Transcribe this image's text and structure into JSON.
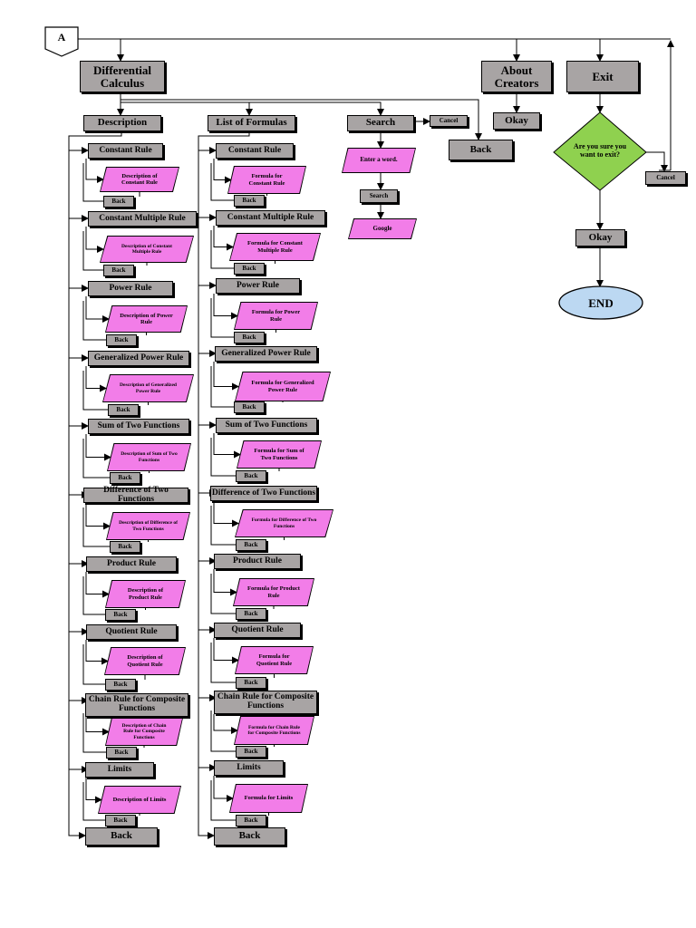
{
  "start": "A",
  "top": {
    "differential_calculus": "Differential Calculus",
    "about_creators": "About Creators",
    "exit": "Exit",
    "okay_about": "Okay"
  },
  "description": {
    "header": "Description",
    "items": [
      {
        "label": "Constant Rule",
        "desc": "Description of Constant Rule"
      },
      {
        "label": "Constant Multiple Rule",
        "desc": "Description of Constant Multiple Rule"
      },
      {
        "label": "Power Rule",
        "desc": "Description of Power Rule"
      },
      {
        "label": "Generalized Power Rule",
        "desc": "Description of Generalized Power Rule"
      },
      {
        "label": "Sum of Two Functions",
        "desc": "Description of Sum of Two Functions"
      },
      {
        "label": "Difference of Two Functions",
        "desc": "Description of Difference of Two Functions"
      },
      {
        "label": "Product Rule",
        "desc": "Description of Product Rule"
      },
      {
        "label": "Quotient Rule",
        "desc": "Description of Quotient Rule"
      },
      {
        "label": "Chain Rule for Composite Functions",
        "desc": "Description of Chain Rule for Composite Functions"
      },
      {
        "label": "Limits",
        "desc": "Description of Limits"
      }
    ],
    "back": "Back",
    "footer_back": "Back"
  },
  "formulas": {
    "header": "List of Formulas",
    "items": [
      {
        "label": "Constant Rule",
        "desc": "Formula for Constant Rule"
      },
      {
        "label": "Constant Multiple Rule",
        "desc": "Formula for Constant Multiple Rule"
      },
      {
        "label": "Power Rule",
        "desc": "Formula for Power Rule"
      },
      {
        "label": "Generalized Power Rule",
        "desc": "Formula for Generalized Power Rule"
      },
      {
        "label": "Sum of Two Functions",
        "desc": "Formula for Sum of Two Functions"
      },
      {
        "label": "Difference of Two Functions",
        "desc": "Formula for Difference of Two Functions"
      },
      {
        "label": "Product Rule",
        "desc": "Formula for Product Rule"
      },
      {
        "label": "Quotient Rule",
        "desc": "Formula for Quotient Rule"
      },
      {
        "label": "Chain Rule for Composite Functions",
        "desc": "Formula for Chain Rule for Composite Functions"
      },
      {
        "label": "Limits",
        "desc": "Formula for Limits"
      }
    ],
    "back": "Back",
    "footer_back": "Back"
  },
  "search": {
    "header": "Search",
    "cancel": "Cancel",
    "enter": "Enter a word.",
    "search_btn": "Search",
    "google": "Google",
    "back": "Back"
  },
  "exit_flow": {
    "question": "Are you sure you want to exit?",
    "cancel": "Cancel",
    "okay": "Okay",
    "end": "END"
  },
  "colors": {
    "box": "#a8a4a4",
    "parallelogram": "#f27de8",
    "decision": "#8fd14f",
    "terminal": "#bcd8f2"
  }
}
